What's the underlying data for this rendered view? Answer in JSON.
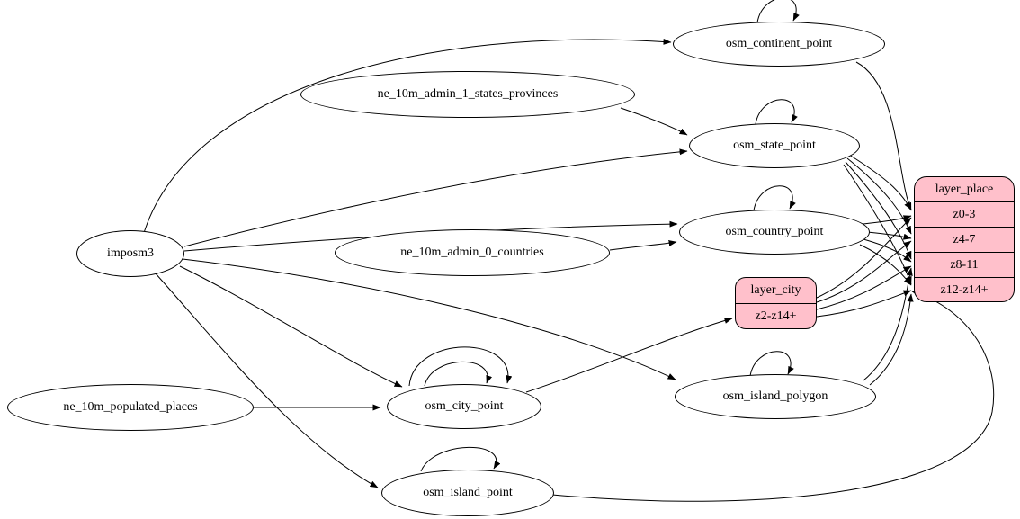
{
  "diagram": {
    "type": "etl-dependency-graph",
    "colors": {
      "background": "#ffffff",
      "node_fill": "#ffffff",
      "record_fill": "#ffc0cb",
      "stroke": "#000000",
      "text": "#000000"
    },
    "nodes": {
      "imposm3": {
        "label": "imposm3",
        "shape": "ellipse"
      },
      "ne_10m_admin_1_states_provinces": {
        "label": "ne_10m_admin_1_states_provinces",
        "shape": "ellipse"
      },
      "ne_10m_admin_0_countries": {
        "label": "ne_10m_admin_0_countries",
        "shape": "ellipse"
      },
      "ne_10m_populated_places": {
        "label": "ne_10m_populated_places",
        "shape": "ellipse"
      },
      "osm_continent_point": {
        "label": "osm_continent_point",
        "shape": "ellipse"
      },
      "osm_state_point": {
        "label": "osm_state_point",
        "shape": "ellipse"
      },
      "osm_country_point": {
        "label": "osm_country_point",
        "shape": "ellipse"
      },
      "osm_city_point": {
        "label": "osm_city_point",
        "shape": "ellipse"
      },
      "osm_island_polygon": {
        "label": "osm_island_polygon",
        "shape": "ellipse"
      },
      "osm_island_point": {
        "label": "osm_island_point",
        "shape": "ellipse"
      }
    },
    "records": {
      "layer_place": {
        "title": "layer_place",
        "rows": [
          "z0-3",
          "z4-7",
          "z8-11",
          "z12-z14+"
        ]
      },
      "layer_city": {
        "title": "layer_city",
        "rows": [
          "z2-z14+"
        ]
      }
    },
    "edges": [
      {
        "from": "imposm3",
        "to": "osm_continent_point"
      },
      {
        "from": "imposm3",
        "to": "osm_state_point"
      },
      {
        "from": "imposm3",
        "to": "osm_country_point"
      },
      {
        "from": "imposm3",
        "to": "osm_city_point"
      },
      {
        "from": "imposm3",
        "to": "osm_island_polygon"
      },
      {
        "from": "imposm3",
        "to": "osm_island_point"
      },
      {
        "from": "ne_10m_admin_1_states_provinces",
        "to": "osm_state_point"
      },
      {
        "from": "ne_10m_admin_0_countries",
        "to": "osm_country_point"
      },
      {
        "from": "ne_10m_populated_places",
        "to": "osm_city_point"
      },
      {
        "from": "osm_continent_point",
        "to": "osm_continent_point"
      },
      {
        "from": "osm_state_point",
        "to": "osm_state_point"
      },
      {
        "from": "osm_country_point",
        "to": "osm_country_point"
      },
      {
        "from": "osm_city_point",
        "to": "osm_city_point"
      },
      {
        "from": "osm_city_point",
        "to": "osm_city_point"
      },
      {
        "from": "osm_island_polygon",
        "to": "osm_island_polygon"
      },
      {
        "from": "osm_island_point",
        "to": "osm_island_point"
      },
      {
        "from": "osm_continent_point",
        "to": "layer_place:z0-3"
      },
      {
        "from": "osm_state_point",
        "to": "layer_place:z0-3"
      },
      {
        "from": "osm_state_point",
        "to": "layer_place:z4-7"
      },
      {
        "from": "osm_state_point",
        "to": "layer_place:z8-11"
      },
      {
        "from": "osm_state_point",
        "to": "layer_place:z12-z14+"
      },
      {
        "from": "osm_country_point",
        "to": "layer_place:z0-3"
      },
      {
        "from": "osm_country_point",
        "to": "layer_place:z4-7"
      },
      {
        "from": "osm_country_point",
        "to": "layer_place:z8-11"
      },
      {
        "from": "osm_country_point",
        "to": "layer_place:z12-z14+"
      },
      {
        "from": "osm_city_point",
        "to": "layer_city:z2-z14+"
      },
      {
        "from": "layer_city:z2-z14+",
        "to": "layer_place:z0-3"
      },
      {
        "from": "layer_city:z2-z14+",
        "to": "layer_place:z4-7"
      },
      {
        "from": "layer_city:z2-z14+",
        "to": "layer_place:z8-11"
      },
      {
        "from": "layer_city:z2-z14+",
        "to": "layer_place:z12-z14+"
      },
      {
        "from": "osm_island_polygon",
        "to": "layer_place:z8-11"
      },
      {
        "from": "osm_island_polygon",
        "to": "layer_place:z12-z14+"
      },
      {
        "from": "osm_island_point",
        "to": "layer_place:z12-z14+"
      }
    ]
  }
}
